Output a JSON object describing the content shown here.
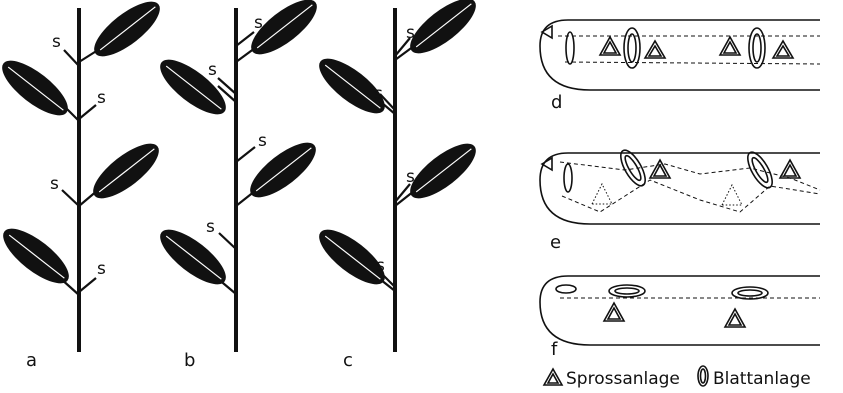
{
  "panels": {
    "a": "a",
    "b": "b",
    "c": "c",
    "d": "d",
    "e": "e",
    "f": "f"
  },
  "shoot_label": "s",
  "legend": {
    "shoot_primordium": "Sprossanlage",
    "leaf_primordium": "Blattanlage"
  }
}
